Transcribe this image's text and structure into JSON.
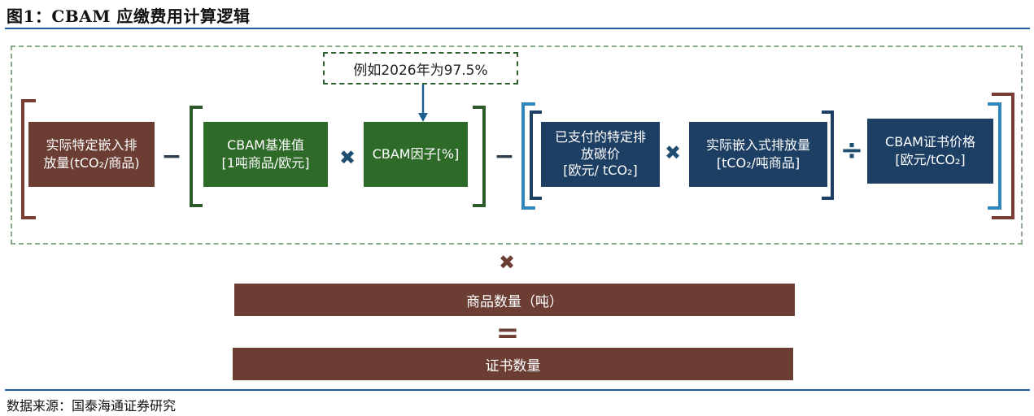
{
  "figure": {
    "title": "图1：CBAM 应缴费用计算逻辑",
    "source": "数据来源：国泰海通证券研究"
  },
  "callout": {
    "text": "例如2026年为97.5%"
  },
  "boxes": {
    "actual_emissions": {
      "line1": "实际特定嵌入排",
      "line2": "放量(tCO₂/商品)"
    },
    "cbam_benchmark": {
      "line1": "CBAM基准值",
      "line2": "[1吨商品/欧元]"
    },
    "cbam_factor": {
      "line1": "CBAM因子[%]"
    },
    "paid_carbon_price": {
      "line1": "已支付的特定排",
      "line2": "放碳价",
      "line3": "[欧元/ tCO₂]"
    },
    "actual_embedded": {
      "line1": "实际嵌入式排放量",
      "line2": "[tCO₂/吨商品]"
    },
    "certificate_price": {
      "line1": "CBAM证书价格",
      "line2": "[欧元/tCO₂]"
    }
  },
  "bars": {
    "goods_quantity": "商品数量（吨）",
    "certificate_quantity": "证书数量"
  },
  "operators": {
    "minus": "−",
    "times": "✖",
    "divide": "÷",
    "equals": "="
  },
  "colors": {
    "brown": "#6b3d33",
    "green": "#2e6b28",
    "navy": "#1d3f64",
    "bracket_brown": "#7a3d33",
    "bracket_green": "#2e5a2a",
    "bracket_blue_light": "#2f86b8",
    "bracket_blue_dark": "#1d3f64"
  }
}
